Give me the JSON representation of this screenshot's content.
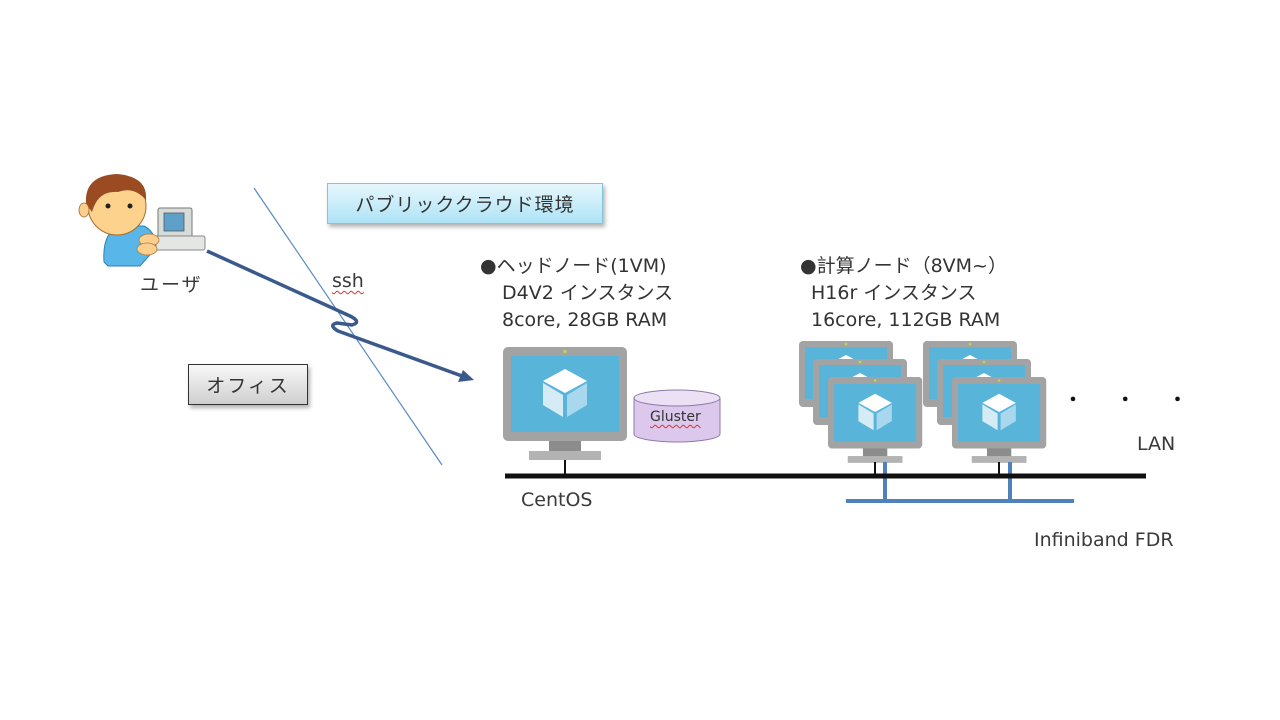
{
  "diagram": {
    "user": {
      "label": "ユーザ",
      "icon": "person-at-computer-icon"
    },
    "office": {
      "label": "オフィス"
    },
    "cloud": {
      "label": "パブリッククラウド環境"
    },
    "connection": {
      "label": "ssh"
    },
    "head_node": {
      "title": "●ヘッドノード(1VM)",
      "instance": "D4V2 インスタンス",
      "spec": "8core, 28GB RAM",
      "os_label": "CentOS",
      "storage_label": "Gluster"
    },
    "compute_nodes": {
      "title": "●計算ノード（8VM~）",
      "instance": "H16r インスタンス",
      "spec": "16core, 112GB RAM",
      "ellipsis": "・ ・ ・"
    },
    "networks": {
      "lan_label": "LAN",
      "infiniband_label": "Infiniband FDR"
    },
    "colors": {
      "lan": "#111111",
      "infiniband": "#4f81bd",
      "ssh_arrow": "#3a5a8c",
      "vm_screen": "#59b4d9",
      "vm_frame": "#a0a0a0",
      "storage": "#d9c6ea"
    }
  }
}
